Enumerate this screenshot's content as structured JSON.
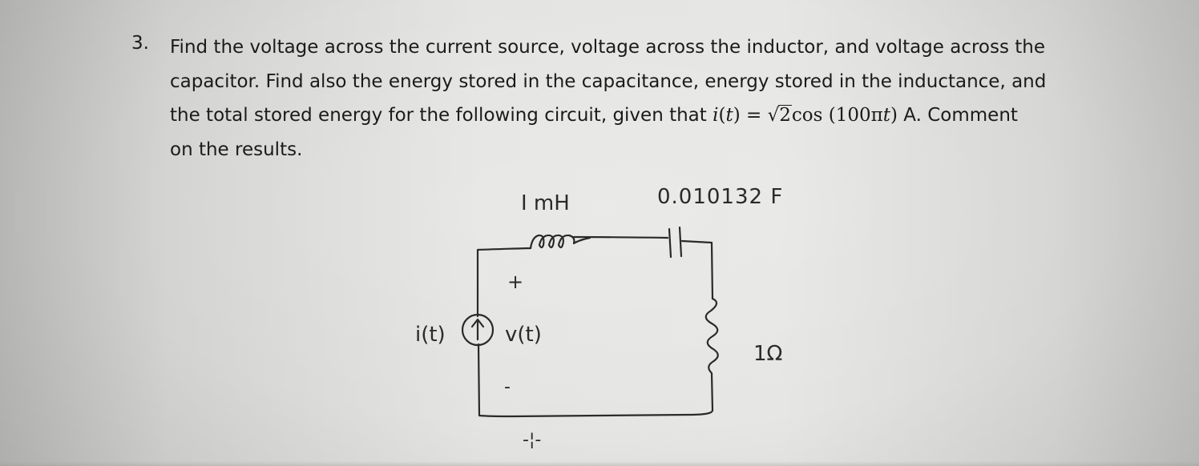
{
  "problem": {
    "number": "3.",
    "line1": "Find the voltage across the current source, voltage across the inductor, and voltage across the",
    "line2": "capacitor. Find also the energy stored in the capacitance, energy stored in the inductance, and",
    "line3_before": "the total stored energy for the following circuit, given that ",
    "math_i": "i",
    "math_t_open": "(",
    "math_t": "t",
    "math_t_close": ")",
    "math_eq": " = ",
    "math_sqrt": "√",
    "math_two": "2",
    "math_cos": "cos (100π",
    "math_t2": "t",
    "math_close": ")",
    "line3_after": " A. Comment",
    "line4": "on the results."
  },
  "circuit": {
    "inductor_label": "I mH",
    "capacitor_label": "0.010132 F",
    "resistor_label": "1Ω",
    "source_label": "i(t)",
    "voltage_label": "v(t)",
    "plus_sign": "+",
    "minus_sign": "-",
    "ground_mark": "-¦-"
  }
}
